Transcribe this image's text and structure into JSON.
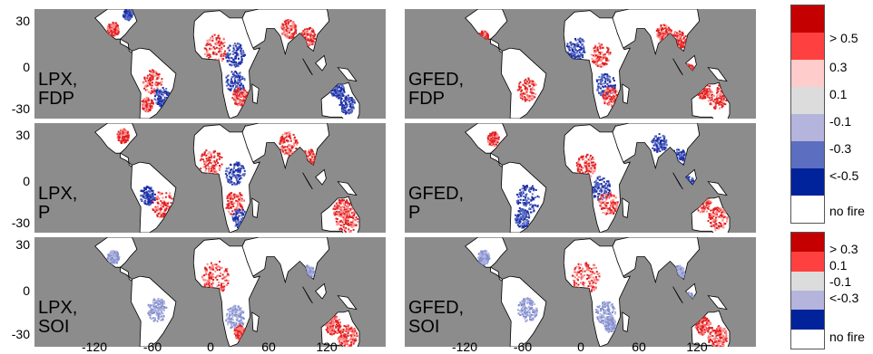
{
  "chart_data": {
    "type": "heatmap",
    "panels": [
      {
        "row": 0,
        "col": 0,
        "label_line1": "LPX,",
        "label_line2": "FDP"
      },
      {
        "row": 0,
        "col": 1,
        "label_line1": "GFED,",
        "label_line2": "FDP"
      },
      {
        "row": 1,
        "col": 0,
        "label_line1": "LPX,",
        "label_line2": "P"
      },
      {
        "row": 1,
        "col": 1,
        "label_line1": "GFED,",
        "label_line2": "P"
      },
      {
        "row": 2,
        "col": 0,
        "label_line1": "LPX,",
        "label_line2": "SOI"
      },
      {
        "row": 2,
        "col": 1,
        "label_line1": "GFED,",
        "label_line2": "SOI"
      }
    ],
    "y_ticks": [
      "30",
      "0",
      "-30"
    ],
    "x_ticks": [
      "-120",
      "-60",
      "0",
      "60",
      "120"
    ],
    "xlim": [
      -180,
      180
    ],
    "ylim": [
      -35,
      38
    ],
    "colorbar_top": {
      "colors": [
        "#c40000",
        "#ff4040",
        "#ffcccc",
        "#dcdcdc",
        "#b4b4dc",
        "#5c6ec0",
        "#00229a",
        "#ffffff"
      ],
      "labels": [
        "> 0.5",
        "0.3",
        "0.1",
        "-0.1",
        "-0.3",
        "<-0.5",
        "no fire"
      ]
    },
    "colorbar_bottom": {
      "colors": [
        "#c40000",
        "#ff4040",
        "#dcdcdc",
        "#b4b4dc",
        "#00229a",
        "#ffffff"
      ],
      "labels": [
        "> 0.3",
        "0.1",
        "-0.1",
        "<-0.3",
        "no fire"
      ]
    }
  },
  "colors": {
    "ocean": "#8c8c8c",
    "land_no_fire": "#ffffff",
    "positive": "#e02020",
    "negative": "#1c2ea8",
    "neutral": "#dcdcdc"
  }
}
